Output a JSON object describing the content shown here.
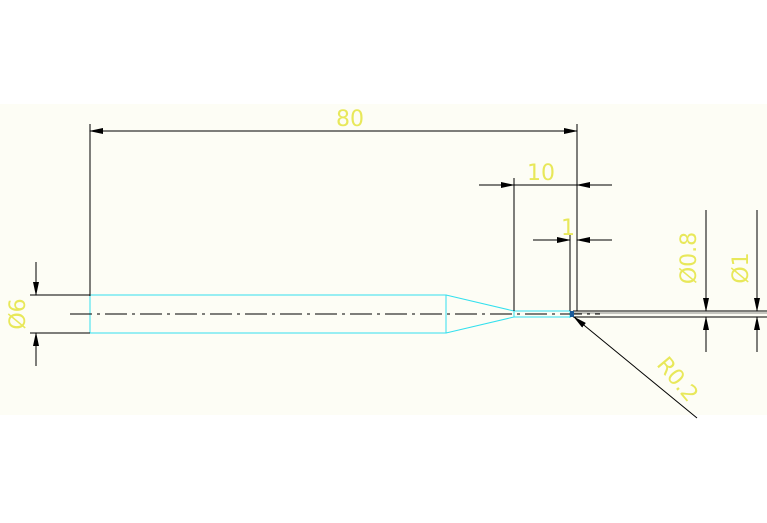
{
  "colors": {
    "background": "#ffffff",
    "drawing_area": "#fdfdf5",
    "part_outline": "#33e0ee",
    "dimension_lines": "#000000",
    "dimension_text": "#e8e85a"
  },
  "dimensions": {
    "overall_length": "80",
    "taper_length": "10",
    "tip_length": "1",
    "shank_diameter": "Ø6",
    "neck_diameter": "Ø0.8",
    "tip_diameter": "Ø1",
    "tip_radius": "R0.2"
  }
}
